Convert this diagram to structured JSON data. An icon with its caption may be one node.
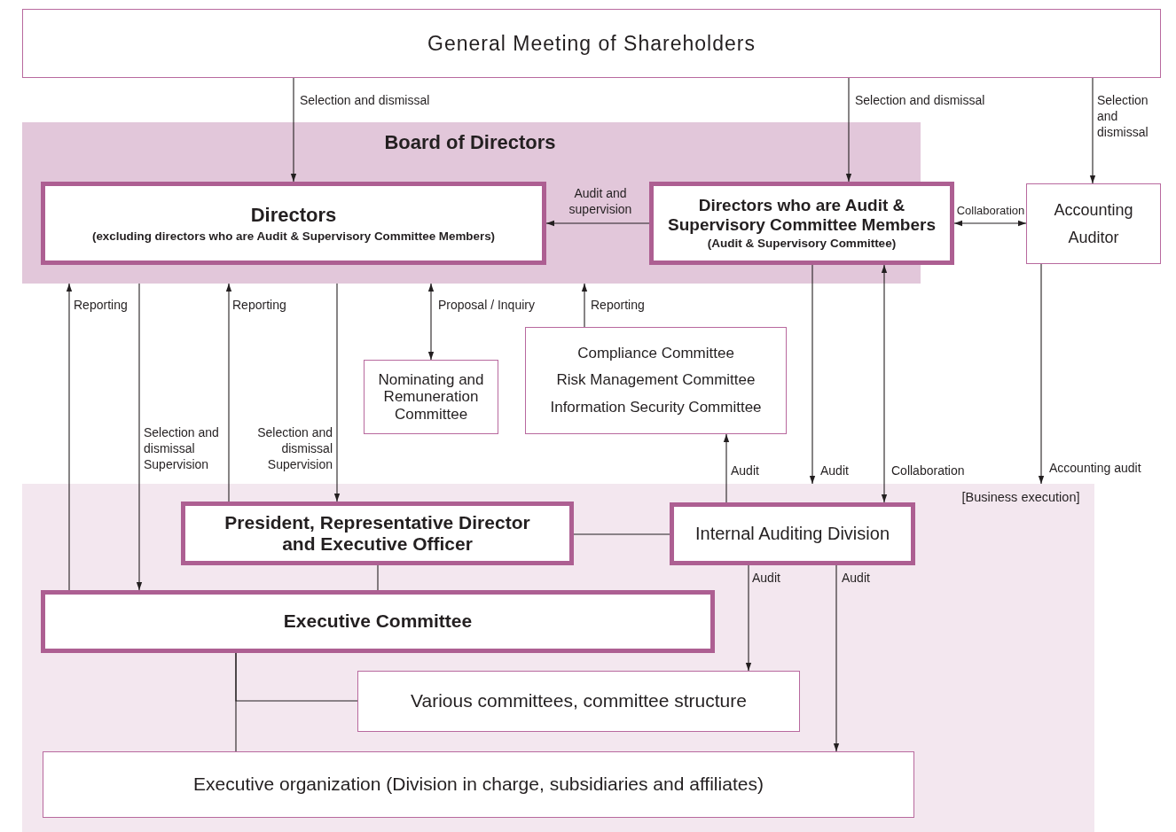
{
  "diagram": {
    "nodes": [
      {
        "text": [
          "General Meeting of Shareholders"
        ]
      },
      {
        "text": [
          "Board of Directors"
        ]
      },
      {
        "text": [
          "Directors",
          "(excluding directors who are Audit & Supervisory Committee Members)"
        ],
        "in": 1
      },
      {
        "text": [
          "Directors who are Audit & Supervisory Committee Members",
          "(Audit & Supervisory Committee)"
        ],
        "in": 1
      },
      {
        "text": [
          "Accounting Auditor"
        ]
      },
      {
        "text": [
          "Nominating and Remuneration Committee"
        ]
      },
      {
        "text": [
          "Compliance Committee",
          "Risk Management Committee",
          "Information Security Committee"
        ]
      },
      {
        "text": [
          "[Business execution]"
        ]
      },
      {
        "text": [
          "President, Representative Director and Executive Officer"
        ],
        "in": 7
      },
      {
        "text": [
          "Internal Auditing Division"
        ],
        "in": 7
      },
      {
        "text": [
          "Executive Committee"
        ],
        "in": 7
      },
      {
        "text": [
          "Various committees, committee structure"
        ],
        "in": 7
      },
      {
        "text": [
          "Executive organization (Division in charge, subsidiaries and affiliates)"
        ],
        "in": 7
      }
    ],
    "edges": [
      {
        "from": 0,
        "to": 2,
        "arrow": "to",
        "label": "Selection and dismissal"
      },
      {
        "from": 0,
        "to": 3,
        "arrow": "to",
        "label": "Selection and dismissal"
      },
      {
        "from": 0,
        "to": 4,
        "arrow": "to",
        "label": "Selection and dismissal"
      },
      {
        "from": 3,
        "to": 2,
        "arrow": "to",
        "label": "Audit and supervision"
      },
      {
        "from": 3,
        "to": 4,
        "arrow": "both",
        "label": "Collaboration"
      },
      {
        "from": 10,
        "to": 1,
        "arrow": "to",
        "label": "Reporting"
      },
      {
        "from": 1,
        "to": 10,
        "arrow": "to",
        "label": "Selection and dismissal Supervision"
      },
      {
        "from": 8,
        "to": 1,
        "arrow": "to",
        "label": "Reporting"
      },
      {
        "from": 1,
        "to": 8,
        "arrow": "to",
        "label": "Selection and dismissal Supervision"
      },
      {
        "from": 1,
        "to": 5,
        "arrow": "both",
        "label": "Proposal / Inquiry"
      },
      {
        "from": 6,
        "to": 1,
        "arrow": "to",
        "label": "Reporting"
      },
      {
        "from": 9,
        "to": 6,
        "arrow": "to",
        "label": "Audit"
      },
      {
        "from": 3,
        "to": 7,
        "arrow": "to",
        "label": "Audit"
      },
      {
        "from": 3,
        "to": 9,
        "arrow": "both",
        "label": "Collaboration"
      },
      {
        "from": 4,
        "to": 7,
        "arrow": "to",
        "label": "Accounting audit"
      },
      {
        "from": 8,
        "to": 9,
        "arrow": "none"
      },
      {
        "from": 8,
        "to": 10,
        "arrow": "none"
      },
      {
        "from": 9,
        "to": 11,
        "arrow": "to",
        "label": "Audit"
      },
      {
        "from": 9,
        "to": 12,
        "arrow": "to",
        "label": "Audit"
      },
      {
        "from": 10,
        "to": 11,
        "arrow": "none"
      },
      {
        "from": 10,
        "to": 12,
        "arrow": "none"
      }
    ]
  }
}
